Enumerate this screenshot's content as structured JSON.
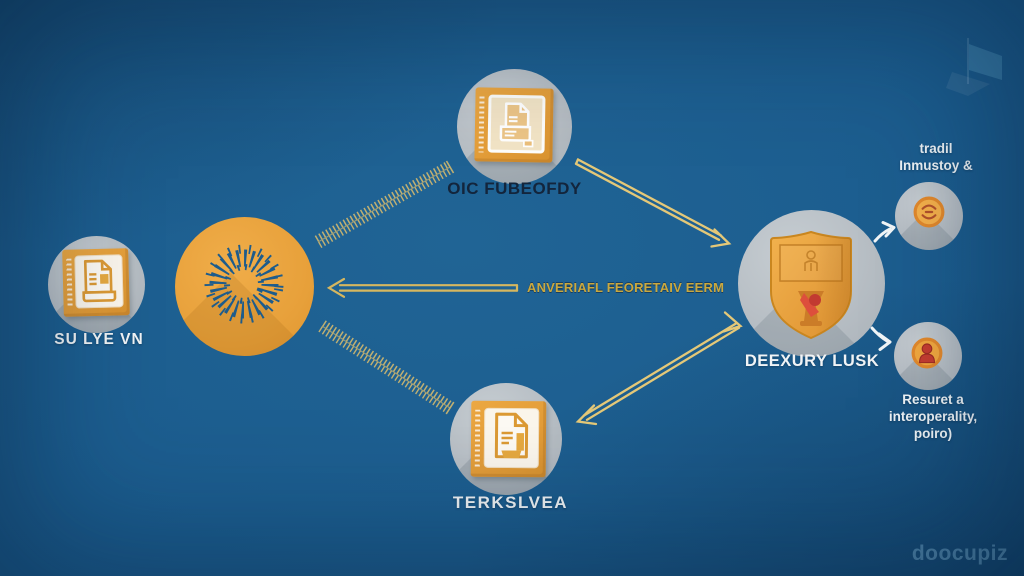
{
  "diagram": {
    "source": {
      "label": "SU LYE VN"
    },
    "doc_top": {
      "label": "OIC FUBEOFDY"
    },
    "doc_bottom": {
      "label": "TERKSLVEA"
    },
    "shield": {
      "label": "DEEXURY LUSK"
    },
    "small_top": {
      "line1": "tradil",
      "line2": "Inmustoy &"
    },
    "small_bottom": {
      "line1": "Resuret a",
      "line2": "interoperality,",
      "line3": "poiro)"
    },
    "mid_arrow_label": "ANVERIAFL FEORETAIV EERM"
  },
  "watermark": "doocupiz",
  "icons": {
    "source": "document-icon",
    "hub": "sunburst-icon",
    "doc_top": "document-icon",
    "doc_bottom": "document-icon",
    "shield": "shield-icon",
    "small_top": "seal-badge-icon",
    "small_bottom": "person-badge-icon"
  },
  "colors": {
    "background": "#1a5a8c",
    "accent_orange": "#e9a43e",
    "circle_gray": "#b9c0c5",
    "arrow_yellow": "#e4c878",
    "ladder_yellow": "#cfb76f",
    "label_dark": "#13253c",
    "label_light": "#f1f4f6",
    "mid_label_yellow": "#c9a83f",
    "emblem_red": "#dd4f3c"
  }
}
